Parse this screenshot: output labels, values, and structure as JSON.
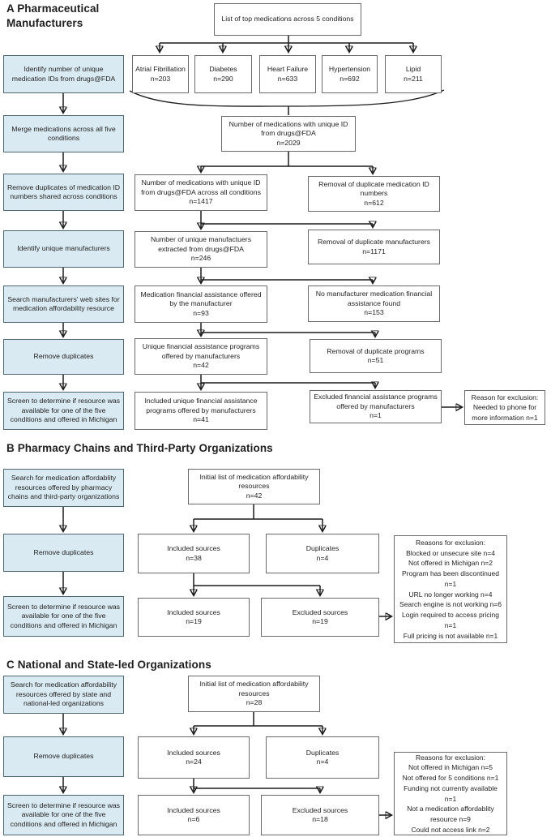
{
  "colors": {
    "step_box_fill": "#d9eaf2",
    "step_box_border": "#50666f",
    "flow_box_border": "#6a6a6a",
    "connector_line": "#1c1c1c"
  },
  "section_a": {
    "heading": "A  Pharmaceutical\nManufacturers",
    "top_box": "List of top medications across 5 conditions",
    "conditions": [
      "Atrial Fibrillation\nn=203",
      "Diabetes\nn=290",
      "Heart Failure\nn=633",
      "Hypertension\nn=692",
      "Lipid\nn=211"
    ],
    "steps": [
      "Identify number of unique medication IDs  from drugs@FDA",
      "Merge  medications across all five conditions",
      "Remove duplicates of medication ID numbers shared across conditions",
      "Identify unique manufacturers",
      "Search manufacturers' web sites for medication affordability resource",
      "Remove duplicates",
      "Screen to determine if resource was available for one of the five conditions and offered in Michigan"
    ],
    "flow": [
      "Number of medications with unique ID from drugs@FDA\nn=2029",
      "Number of medications with unique ID from drugs@FDA across all conditions\nn=1417",
      "Number of unique manufactuers extracted  from drugs@FDA\nn=246",
      "Medication financial assistance offered by the manufacturer\nn=93",
      "Unique financial assistance programs offered by manufacturers\nn=42",
      "Included unique financial assistance programs offered by manufacturers\nn=41"
    ],
    "side": [
      "Removal of duplicate medication ID numbers\nn=612",
      "Removal of duplicate manufacturers\nn=1171",
      "No manufacturer medication financial assistance found\nn=153",
      "Removal of duplicate programs\nn=51",
      "Excluded financial assistance programs offered by manufacturers\nn=1"
    ],
    "reason_box": "Reason for exclusion:\nNeeded to phone for more information n=1"
  },
  "section_b": {
    "heading": "B  Pharmacy Chains and Third-Party Organizations",
    "steps": [
      "Search for medication affordablity resources offered by pharmacy chains and third-party organizations",
      "Remove duplicates",
      "Screen to determine if resource was available for one of the five conditions and offered in Michigan"
    ],
    "initial_box": "Initial list of medication affordability resources\nn=42",
    "included_1": "Included sources\nn=38",
    "duplicates": "Duplicates\nn=4",
    "included_2": "Included sources\nn=19",
    "excluded": "Excluded sources\nn=19",
    "reasons": "Reasons for exclusion:\nBlocked or unsecure site n=4\nNot offered in Michigan n=2\nProgram has been discontinued n=1\nURL no longer working n=4\nSearch engine is not working n=6\nLogin required to access pricing n=1\nFull pricing is not available n=1"
  },
  "section_c": {
    "heading": "C  National and State-led Organizations",
    "steps": [
      "Search for medication affordability resources offered by state and national-led organizations",
      "Remove duplicates",
      "Screen to determine if resource was available for one of the five conditions and offered in Michigan"
    ],
    "initial_box": "Initial list of medication affordability resources\nn=28",
    "included_1": "Included sources\nn=24",
    "duplicates": "Duplicates\nn=4",
    "included_2": "Included sources\nn=6",
    "excluded": "Excluded sources\nn=18",
    "reasons": "Reasons for exclusion:\nNot offered in Michigan n=5\nNot offered for 5 conditions n=1\nFunding not currently available n=1\nNot a medication affordablity resource n=9\nCould not access link n=2"
  }
}
